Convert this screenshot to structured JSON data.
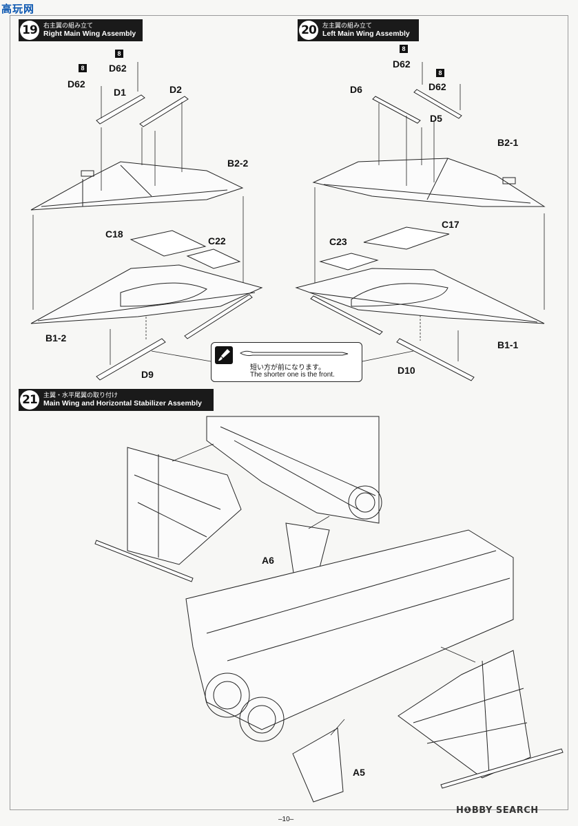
{
  "watermark": "高玩网",
  "steps": {
    "s19": {
      "num": "19",
      "jp": "右主翼の組み立て",
      "en": "Right Main Wing Assembly"
    },
    "s20": {
      "num": "20",
      "jp": "左主翼の組み立て",
      "en": "Left Main Wing Assembly"
    },
    "s21": {
      "num": "21",
      "jp": "主翼・水平尾翼の取り付け",
      "en": "Main Wing and Horizontal Stabilizer Assembly"
    }
  },
  "badges": {
    "b1": "8",
    "b2": "8",
    "b3": "8",
    "b4": "8"
  },
  "parts": {
    "d62_a": "D62",
    "d62_b": "D62",
    "d1": "D1",
    "d2": "D2",
    "b2_2": "B2-2",
    "c18": "C18",
    "c22": "C22",
    "b1_2": "B1-2",
    "d9": "D9",
    "d62_c": "D62",
    "d62_d": "D62",
    "d6": "D6",
    "d5": "D5",
    "b2_1": "B2-1",
    "c17": "C17",
    "c23": "C23",
    "b1_1": "B1-1",
    "d10": "D10",
    "a6": "A6",
    "a5": "A5"
  },
  "note": {
    "jp": "短い方が前になります。",
    "en": "The shorter one is the front."
  },
  "footer": {
    "page": "–10–",
    "brand": "H❶BBY SEARCH"
  }
}
